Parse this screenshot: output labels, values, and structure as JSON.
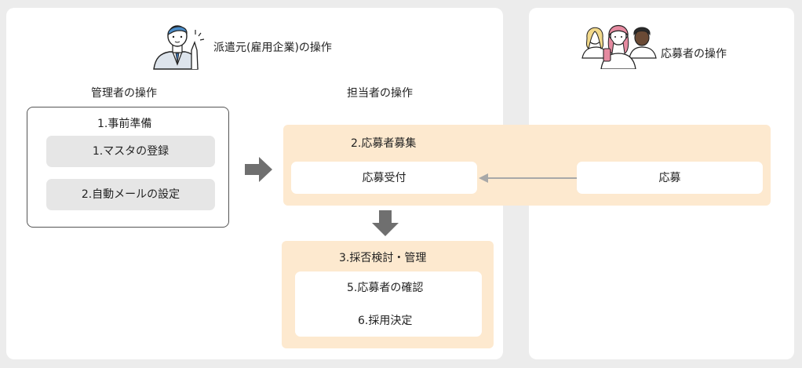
{
  "dispatch": {
    "heading": "派遣元(雇用企業)の操作",
    "admin": {
      "heading": "管理者の操作",
      "group_title": "1.事前準備",
      "items": [
        "1.マスタの登録",
        "2.自動メールの設定"
      ]
    },
    "staff": {
      "heading": "担当者の操作",
      "recruit": {
        "title": "2.応募者募集",
        "item": "応募受付"
      },
      "review": {
        "title": "3.採否検討・管理",
        "items": [
          "5.応募者の確認",
          "6.採用決定"
        ]
      }
    }
  },
  "applicant": {
    "heading": "応募者の操作",
    "action": "応募"
  },
  "colors": {
    "background": "#ececec",
    "panel": "#ffffff",
    "highlight": "#fde9cf",
    "item_gray": "#e6e6e6",
    "arrow": "#6f6f6f",
    "connector": "#a8a8a8"
  }
}
